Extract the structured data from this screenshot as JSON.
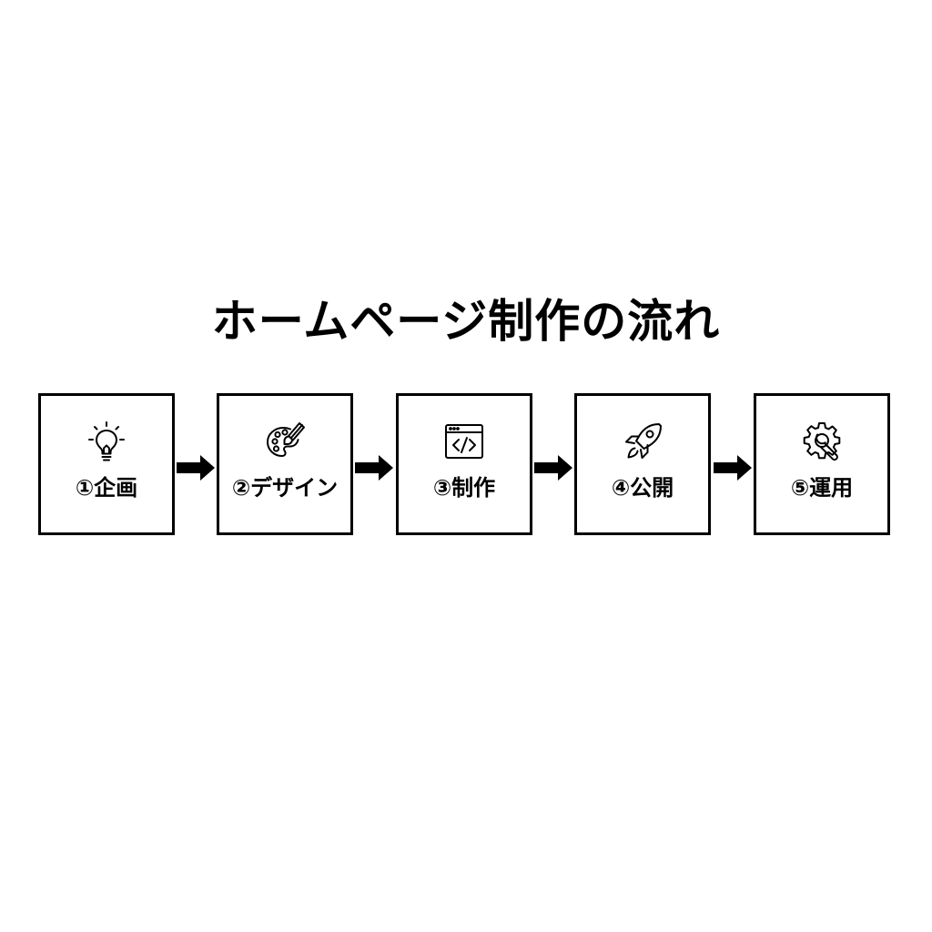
{
  "title": "ホームページ制作の流れ",
  "steps": [
    {
      "label": "①企画",
      "icon": "lightbulb-icon"
    },
    {
      "label": "②デザイン",
      "icon": "palette-brush-icon"
    },
    {
      "label": "③制作",
      "icon": "code-window-icon"
    },
    {
      "label": "④公開",
      "icon": "rocket-icon"
    },
    {
      "label": "⑤運用",
      "icon": "gear-wrench-icon"
    }
  ],
  "colors": {
    "foreground": "#000000",
    "background": "#ffffff"
  }
}
